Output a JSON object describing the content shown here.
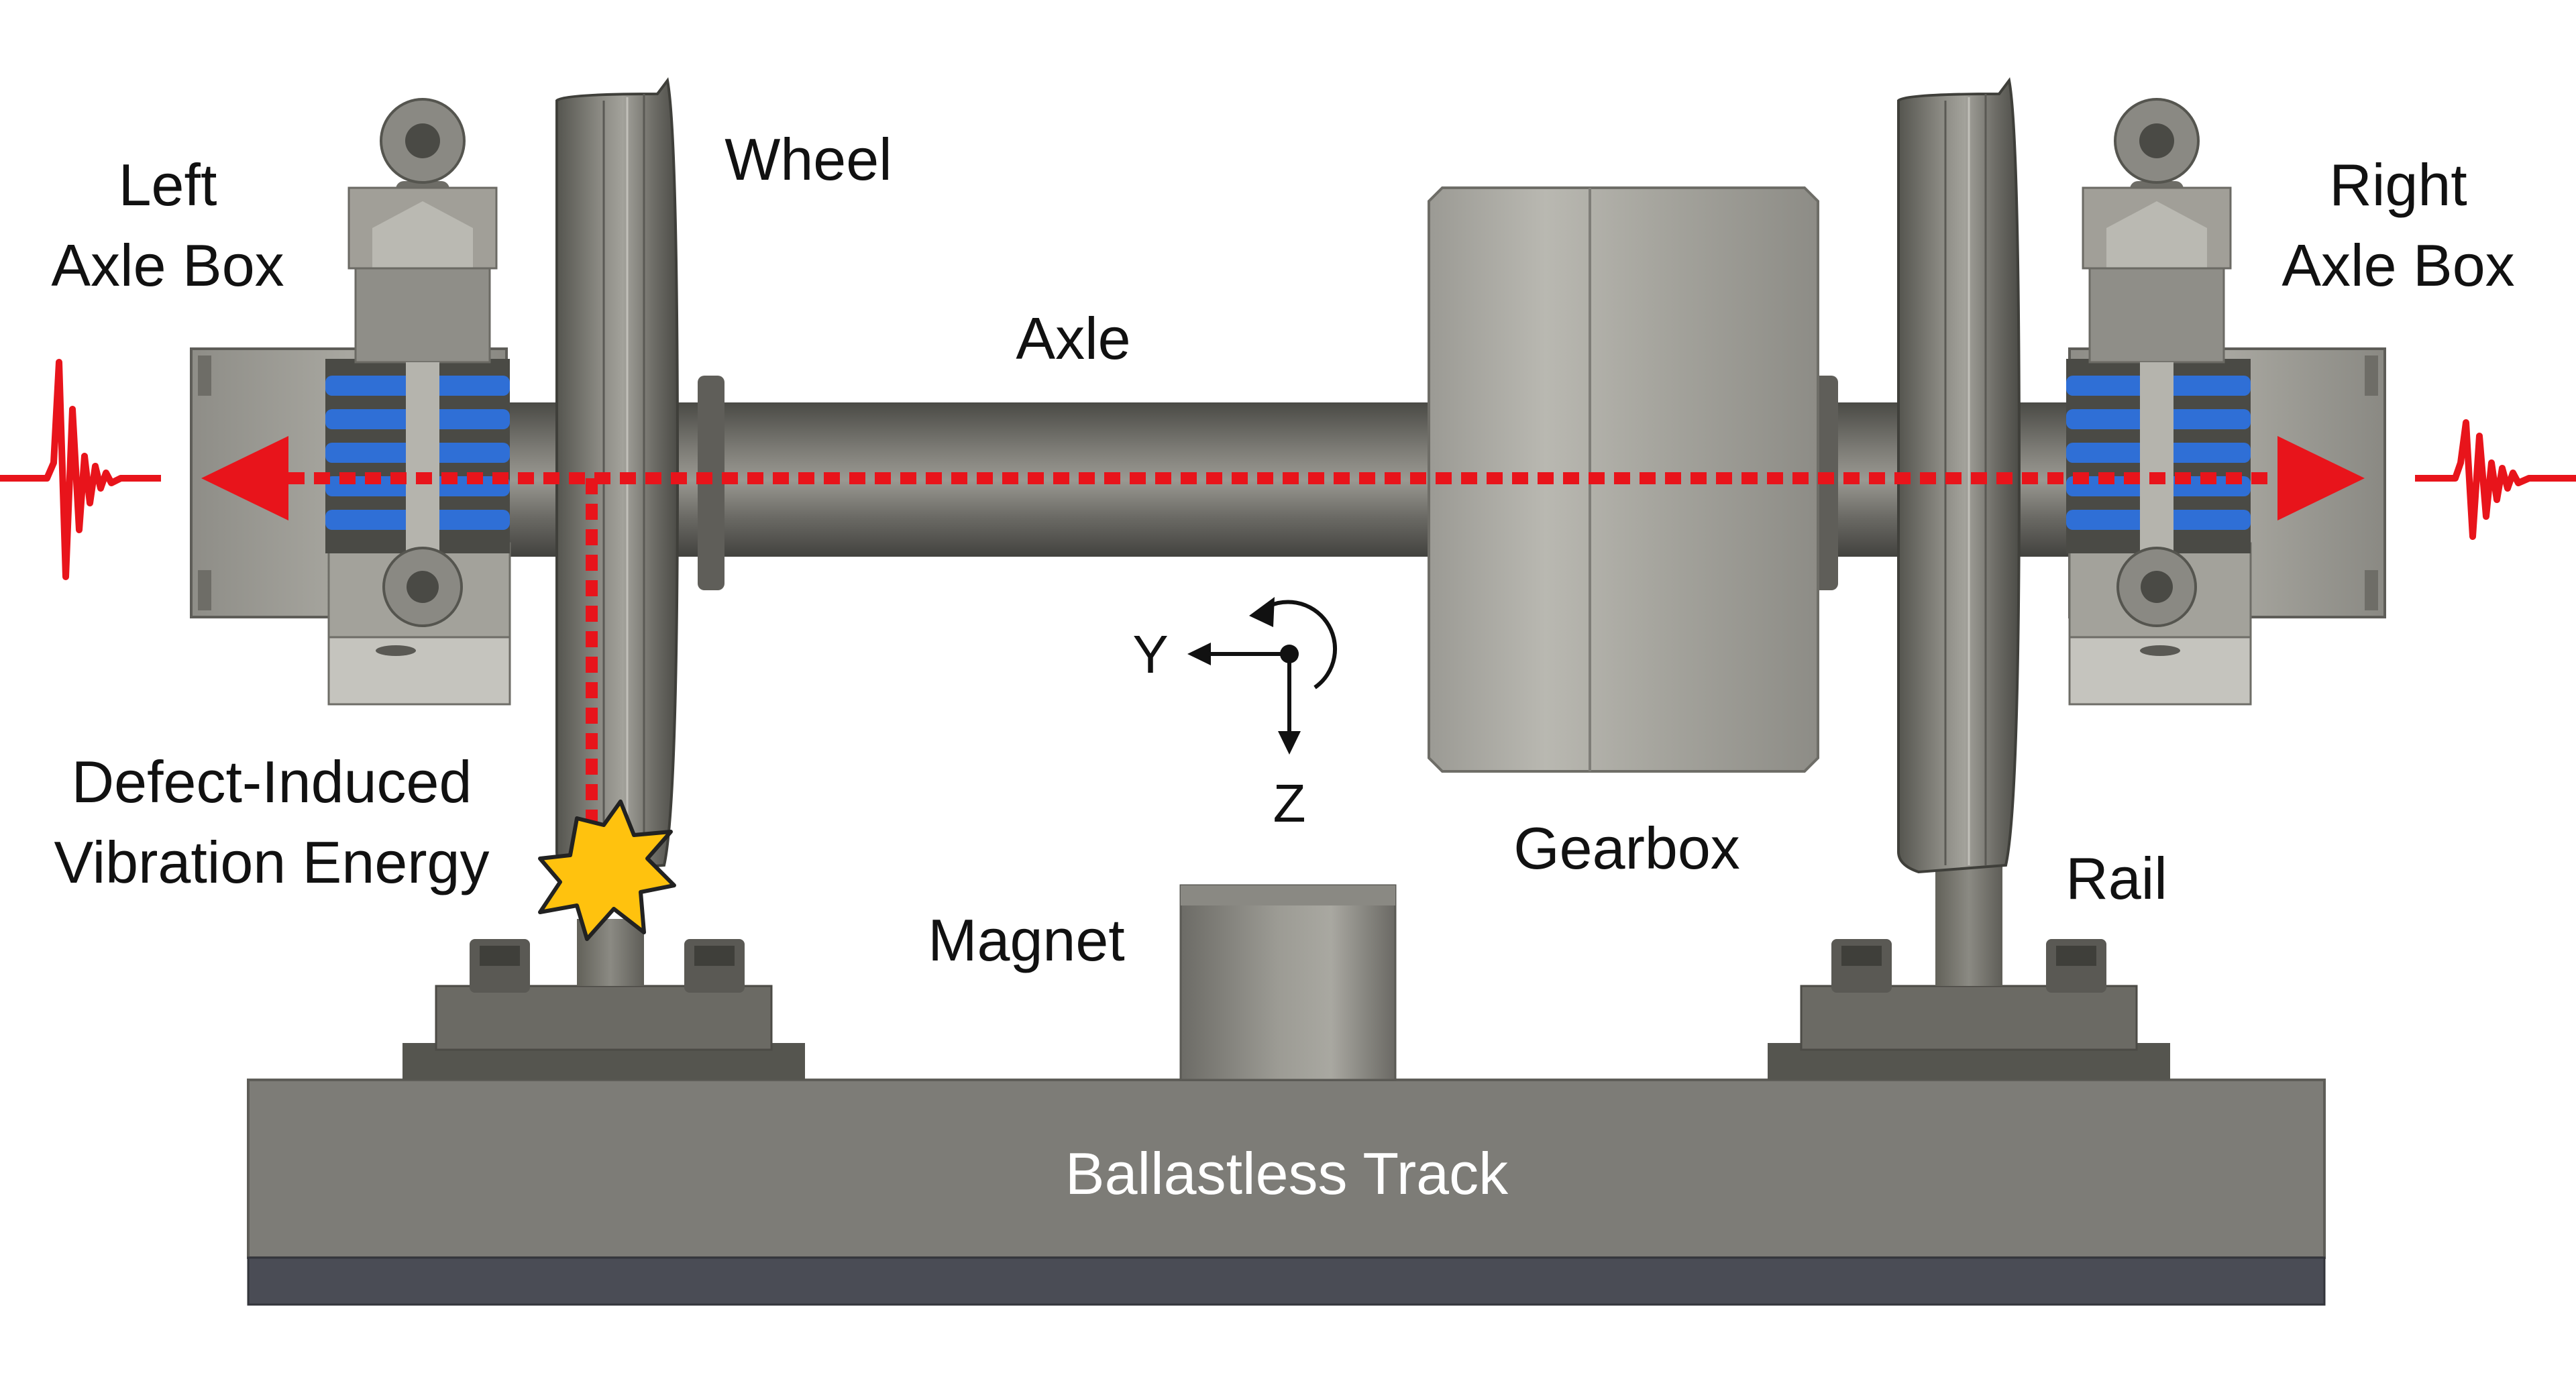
{
  "labels": {
    "wheel": "Wheel",
    "left_axle_box_line1": "Left",
    "left_axle_box_line2": "Axle Box",
    "right_axle_box_line1": "Right",
    "right_axle_box_line2": "Axle Box",
    "axle": "Axle",
    "gearbox": "Gearbox",
    "rail": "Rail",
    "magnet": "Magnet",
    "track": "Ballastless Track",
    "defect_line1": "Defect-Induced",
    "defect_line2": "Vibration Energy"
  },
  "axes": {
    "y": "Y",
    "z": "Z"
  },
  "colors": {
    "energy_path": "#e8141b",
    "spring": "#2f6fd6",
    "impact_star": "#ffc20e",
    "track_top": "#7d7c77",
    "track_base": "#4a4c55"
  },
  "icons": {
    "impact": "impact-star-icon",
    "waveform": "vibration-waveform-icon",
    "rotation": "rotation-arrow-icon"
  }
}
